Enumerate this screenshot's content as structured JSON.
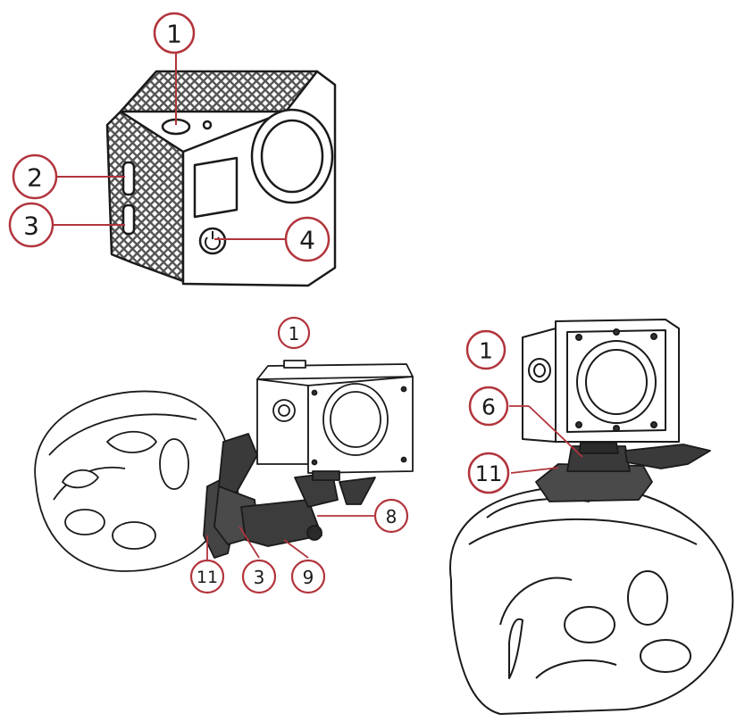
{
  "colors": {
    "callout_stroke": "#b2343c",
    "line_ink": "#1a1a1a",
    "dark_part": "#3a3a3a",
    "mesh": "#5a5a5a"
  },
  "figure_top": {
    "callouts": [
      {
        "label": "1",
        "part": "top-button"
      },
      {
        "label": "2",
        "part": "side-button-upper"
      },
      {
        "label": "3",
        "part": "side-button-lower"
      },
      {
        "label": "4",
        "part": "power-button"
      }
    ]
  },
  "figure_left": {
    "callouts": [
      {
        "label": "1",
        "part": "camera"
      },
      {
        "label": "8",
        "part": "mount-arm-connector"
      },
      {
        "label": "11",
        "part": "helmet-base"
      },
      {
        "label": "3",
        "part": "pivot-arm"
      },
      {
        "label": "9",
        "part": "extension-arm"
      }
    ]
  },
  "figure_right": {
    "callouts": [
      {
        "label": "1",
        "part": "camera"
      },
      {
        "label": "6",
        "part": "buckle-mount"
      },
      {
        "label": "11",
        "part": "helmet-base"
      }
    ]
  }
}
